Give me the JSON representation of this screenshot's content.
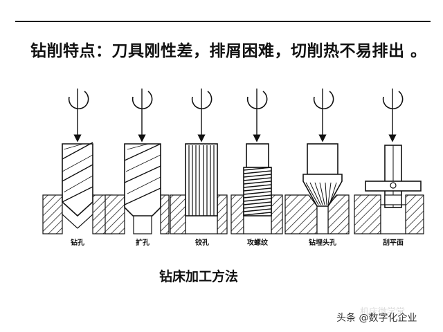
{
  "headline": "钻削特点：刀具刚性差，排屑困难，切削热不易排出 。",
  "caption": "钻床加工方法",
  "operations": [
    {
      "id": "drilling",
      "label": "钻孔"
    },
    {
      "id": "reaming-enlarge",
      "label": "扩孔"
    },
    {
      "id": "reaming",
      "label": "铰孔"
    },
    {
      "id": "tapping",
      "label": "攻螺纹"
    },
    {
      "id": "countersinking",
      "label": "钻埋头孔"
    },
    {
      "id": "spot-facing",
      "label": "刮平面"
    }
  ],
  "watermark": {
    "faint_text": "机床微学堂",
    "text": "头条 @数字化企业"
  },
  "colors": {
    "ink": "#111111",
    "workpiece_fill": "#ffffff",
    "hatch": "#222222"
  }
}
